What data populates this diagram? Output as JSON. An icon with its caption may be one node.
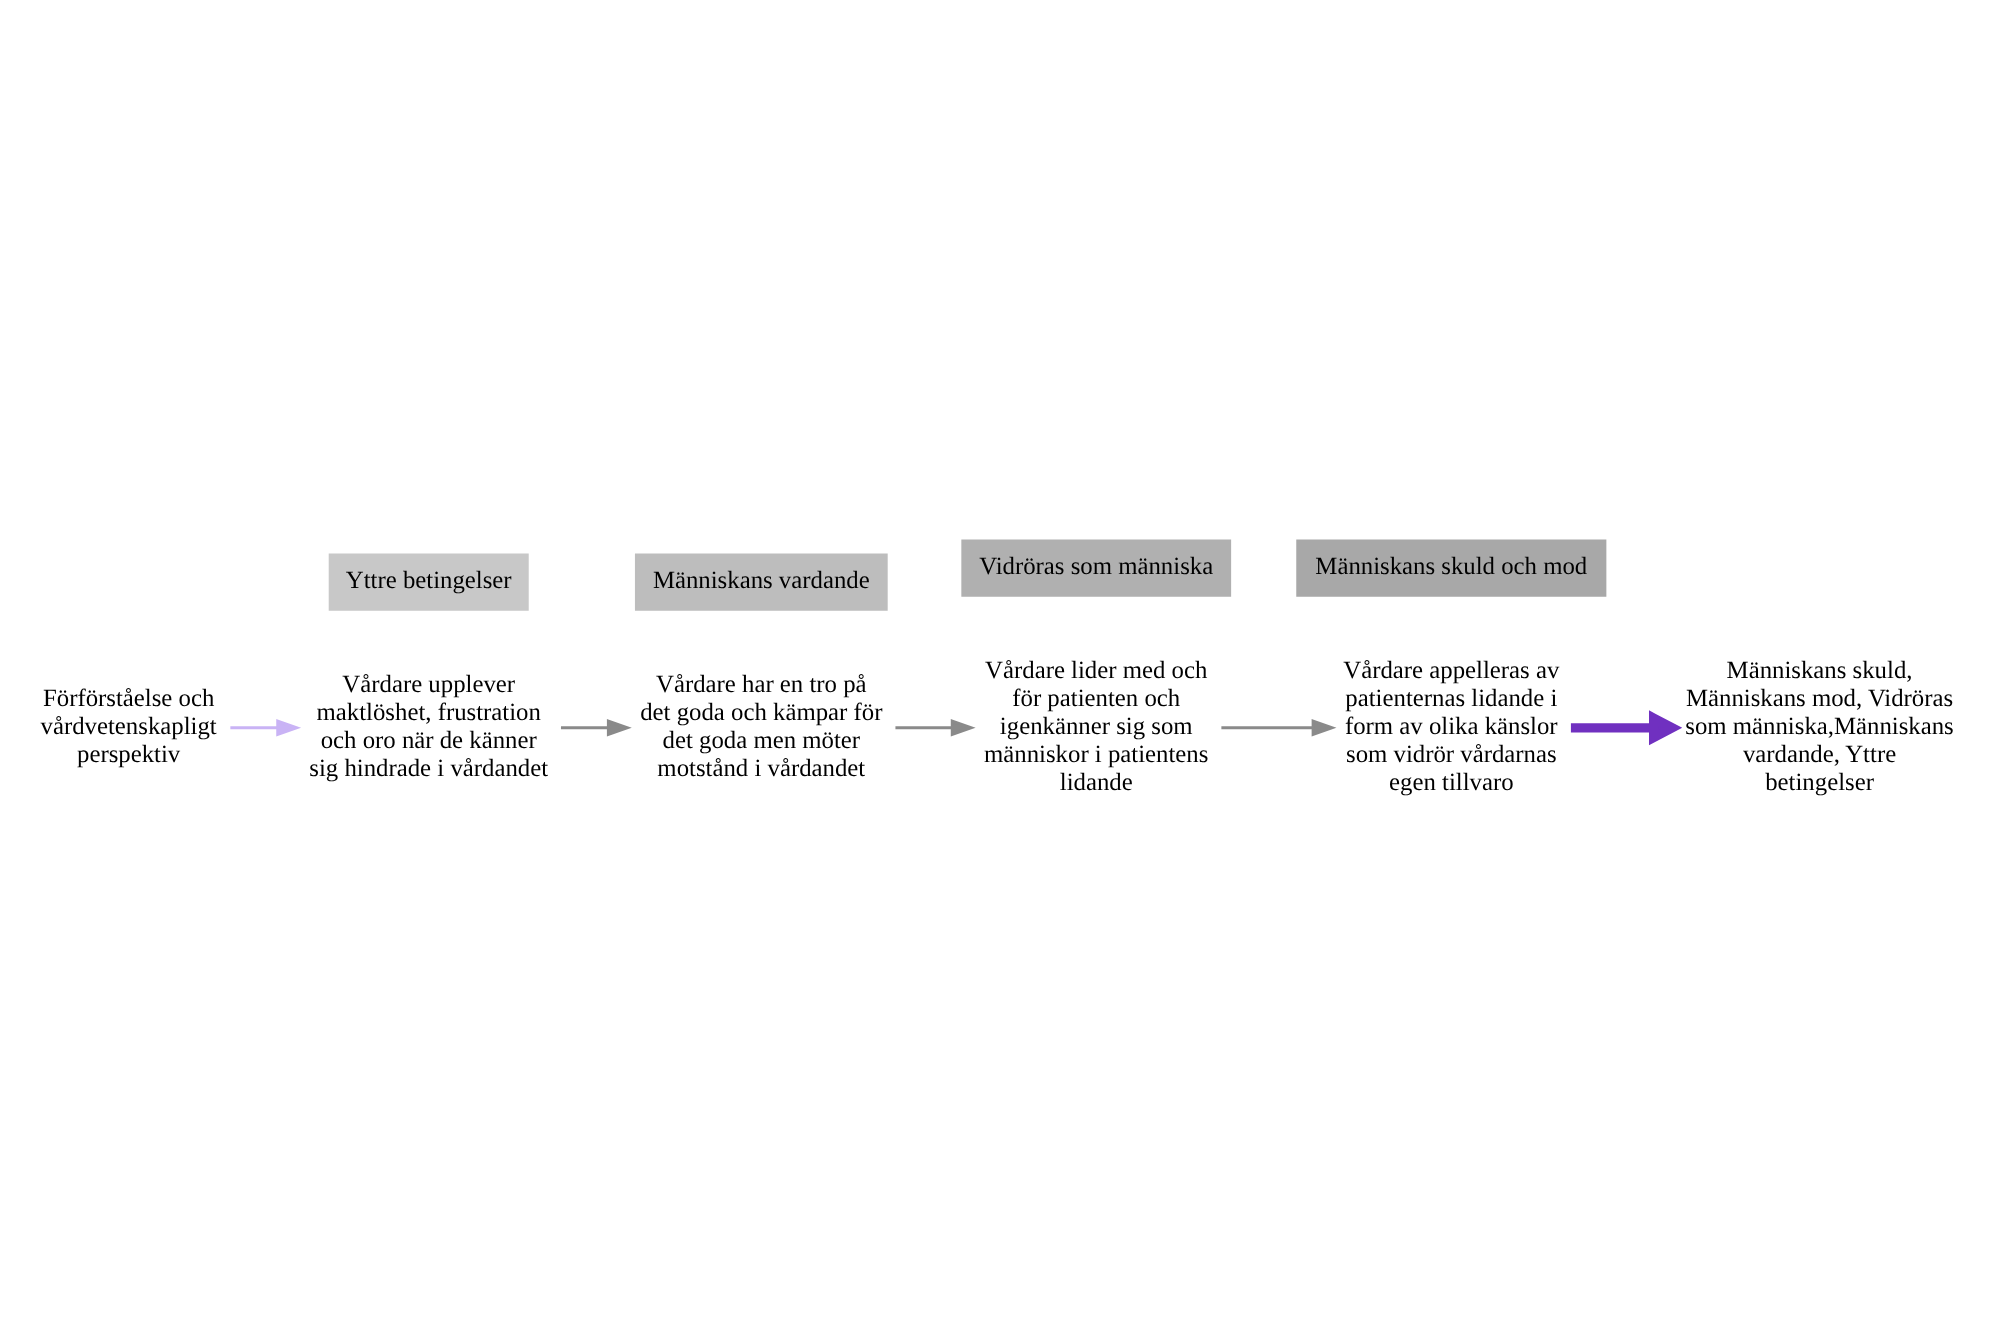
{
  "diagram": {
    "nodes": [
      {
        "text": [
          "Förförståelse och vårdvetenskapligt perspektiv"
        ]
      },
      {
        "text": [
          "Vårdare upplever maktlöshet, frustration och oro när de känner sig hindrade i vårdandet"
        ]
      },
      {
        "text": [
          "Yttre betingelser"
        ]
      },
      {
        "text": [
          "Vårdare har en tro på det goda och kämpar för det goda men möter motstånd i vårdandet"
        ]
      },
      {
        "text": [
          "Människans vardande"
        ]
      },
      {
        "text": [
          "Vårdare lider med och för patienten och igenkänner sig som människor i patientens lidande"
        ]
      },
      {
        "text": [
          "Vidröras som människa"
        ]
      },
      {
        "text": [
          "Vårdare appelleras av patienternas lidande i form av olika känslor som vidrör vårdarnas egen tillvaro"
        ]
      },
      {
        "text": [
          "Människans skuld och mod"
        ]
      },
      {
        "text": [
          "Människans skuld, Människans mod, Vidröras som människa,Människans vardande, Yttre betingelser"
        ]
      }
    ],
    "edges": [
      {
        "from": 0,
        "to": 1,
        "arrow": "to",
        "color": "#c9b3f5"
      },
      {
        "from": 1,
        "to": 3,
        "arrow": "to"
      },
      {
        "from": 3,
        "to": 5,
        "arrow": "to"
      },
      {
        "from": 5,
        "to": 7,
        "arrow": "to"
      },
      {
        "from": 7,
        "to": 9,
        "arrow": "to",
        "style": "thick",
        "color": "#7030c0"
      }
    ]
  }
}
